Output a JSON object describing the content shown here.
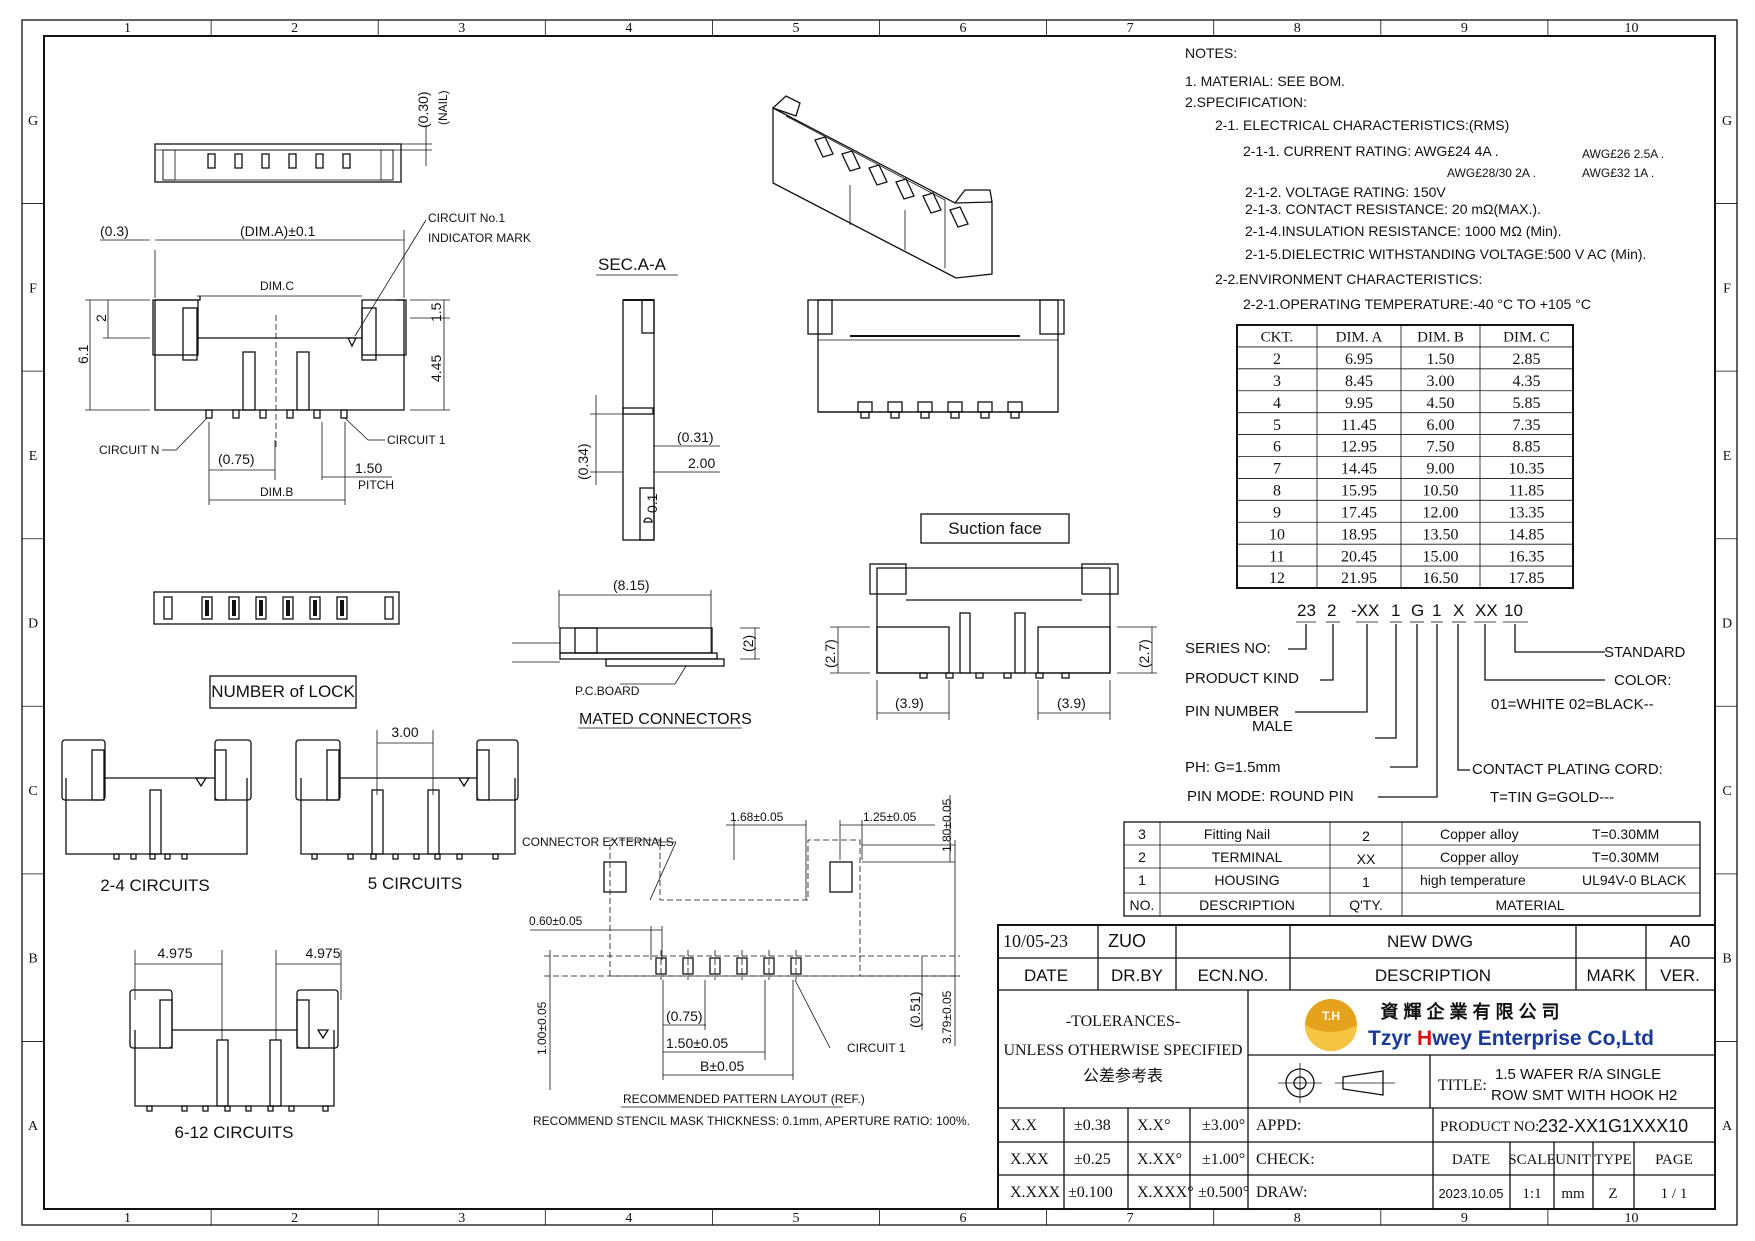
{
  "border": {
    "cols": [
      "1",
      "2",
      "3",
      "4",
      "5",
      "6",
      "7",
      "8",
      "9",
      "10"
    ],
    "rows": [
      "G",
      "F",
      "E",
      "D",
      "C",
      "B",
      "A"
    ]
  },
  "notes": {
    "title": "NOTES:",
    "lines": [
      "1. MATERIAL: SEE BOM.",
      "2.SPECIFICATION:",
      "2-1. ELECTRICAL CHARACTERISTICS:(RMS)",
      "2-1-1. CURRENT RATING: AWG£24 4A .",
      "AWG£26 2.5A .",
      "AWG£28/30 2A .",
      "AWG£32 1A .",
      "2-1-2. VOLTAGE RATING: 150V",
      "2-1-3. CONTACT RESISTANCE: 20 mΩ(MAX.).",
      "2-1-4.INSULATION RESISTANCE: 1000 MΩ (Min).",
      "2-1-5.DIELECTRIC WITHSTANDING VOLTAGE:500 V AC (Min).",
      "2-2.ENVIRONMENT CHARACTERISTICS:",
      "2-2-1.OPERATING TEMPERATURE:-40 °C TO +105 °C"
    ]
  },
  "dim_table": {
    "headers": [
      "CKT.",
      "DIM. A",
      "DIM. B",
      "DIM. C"
    ],
    "rows": [
      [
        "2",
        "6.95",
        "1.50",
        "2.85"
      ],
      [
        "3",
        "8.45",
        "3.00",
        "4.35"
      ],
      [
        "4",
        "9.95",
        "4.50",
        "5.85"
      ],
      [
        "5",
        "11.45",
        "6.00",
        "7.35"
      ],
      [
        "6",
        "12.95",
        "7.50",
        "8.85"
      ],
      [
        "7",
        "14.45",
        "9.00",
        "10.35"
      ],
      [
        "8",
        "15.95",
        "10.50",
        "11.85"
      ],
      [
        "9",
        "17.45",
        "12.00",
        "13.35"
      ],
      [
        "10",
        "18.95",
        "13.50",
        "14.85"
      ],
      [
        "11",
        "20.45",
        "15.00",
        "16.35"
      ],
      [
        "12",
        "21.95",
        "16.50",
        "17.85"
      ]
    ]
  },
  "part_code": {
    "segments": [
      "23",
      "2",
      "-XX",
      "1",
      "G",
      "1",
      "X",
      "XX",
      "10"
    ],
    "labels": {
      "series": "SERIES NO:",
      "product_kind": "PRODUCT KIND",
      "pin_number": "PIN NUMBER",
      "male": "MALE",
      "ph": "PH: G=1.5mm",
      "pin_mode": "PIN MODE: ROUND PIN",
      "standard": "STANDARD",
      "color": "COLOR:",
      "color_values": "01=WHITE 02=BLACK--",
      "plating": "CONTACT PLATING CORD:",
      "plating_values": "T=TIN G=GOLD---"
    }
  },
  "bom": {
    "rows": [
      [
        "3",
        "Fitting Nail",
        "2",
        "Copper alloy",
        "T=0.30MM"
      ],
      [
        "2",
        "TERMINAL",
        "XX",
        "Copper alloy",
        "T=0.30MM"
      ],
      [
        "1",
        "HOUSING",
        "1",
        "high temperature",
        "UL94V-0 BLACK"
      ]
    ],
    "headers": [
      "NO.",
      "DESCRIPTION",
      "Q'TY.",
      "MATERIAL"
    ]
  },
  "revision": {
    "date": "10/05-23",
    "drby": "ZUO",
    "ecn": "",
    "desc": "NEW DWG",
    "mark": "",
    "ver": "A0",
    "h_date": "DATE",
    "h_drby": "DR.BY",
    "h_ecn": "ECN.NO.",
    "h_desc": "DESCRIPTION",
    "h_mark": "MARK",
    "h_ver": "VER."
  },
  "title_block": {
    "tolerance_title": "-TOLERANCES-",
    "tolerance_sub": "UNLESS OTHERWISE SPECIFIED",
    "tolerance_cn": "公差参考表",
    "company_cn": "資 輝 企 業 有 限 公 司",
    "company_en_pre": "Tzyr ",
    "company_en_h": "H",
    "company_en_post": "wey Enterprise Co,Ltd",
    "logo_text": "T.H",
    "title_label": "TITLE:",
    "title_line1": "1.5 WAFER R/A SINGLE",
    "title_line2": "ROW SMT WITH HOOK H2",
    "tol_rows": [
      [
        "X.X",
        "±0.38",
        "X.X°",
        "±3.00°"
      ],
      [
        "X.XX",
        "±0.25",
        "X.XX°",
        "±1.00°"
      ],
      [
        "X.XXX",
        "±0.100",
        "X.XXX°",
        "±0.500°"
      ]
    ],
    "appd": "APPD:",
    "check": "CHECK:",
    "draw": "DRAW:",
    "product_no_label": "PRODUCT NO:",
    "product_no": "232-XX1G1XXX10",
    "h_date": "DATE",
    "h_scale": "SCALE",
    "h_unit": "UNIT",
    "h_type": "TYPE",
    "h_page": "PAGE",
    "v_date": "2023.10.05",
    "v_scale": "1:1",
    "v_unit": "mm",
    "v_type": "Z",
    "v_page": "1 / 1"
  },
  "views": {
    "top_nail": "(0.30)",
    "top_nail2": "(NAIL)",
    "dim_03": "(0.3)",
    "dim_a": "(DIM.A)±0.1",
    "circuit_no1": "CIRCUIT No.1",
    "indicator": "INDICATOR MARK",
    "dim_c": "DIM.C",
    "dim_2": "2",
    "dim_61": "6.1",
    "dim_15": "1.5",
    "dim_445": "4.45",
    "circuit_n": "CIRCUIT N",
    "circuit_1": "CIRCUIT 1",
    "dim_075": "(0.75)",
    "dim_150": "1.50",
    "pitch": "PITCH",
    "dim_b": "DIM.B",
    "sec_aa": "SEC.A-A",
    "dim_034": "(0.34)",
    "dim_031": "(0.31)",
    "dim_200": "2.00",
    "dim_01": "0.1",
    "dim_815": "(8.15)",
    "dim_2p": "(2)",
    "pc_board": "P.C.BOARD",
    "mated": "MATED CONNECTORS",
    "suction": "Suction face",
    "dim_27": "(2.7)",
    "dim_39": "(3.9)",
    "number_lock": "NUMBER of LOCK",
    "c24": "2-4 CIRCUITS",
    "c5": "5 CIRCUITS",
    "d300": "3.00",
    "c612": "6-12 CIRCUITS",
    "d4975": "4.975",
    "conn_ext": "CONNECTOR EXTERNALS",
    "d168": "1.68±0.05",
    "d125": "1.25±0.05",
    "d180": "1.80±0.05",
    "d060": "0.60±0.05",
    "d100": "1.00±0.05",
    "d075": "(0.75)",
    "d150b": "1.50±0.05",
    "db": "B±0.05",
    "d051": "(0.51)",
    "d379": "3.79±0.05",
    "circuit1b": "CIRCUIT 1",
    "rec_layout": "RECOMMENDED PATTERN LAYOUT (REF.)",
    "stencil": "RECOMMEND STENCIL MASK THICKNESS: 0.1mm, APERTURE RATIO: 100%."
  }
}
